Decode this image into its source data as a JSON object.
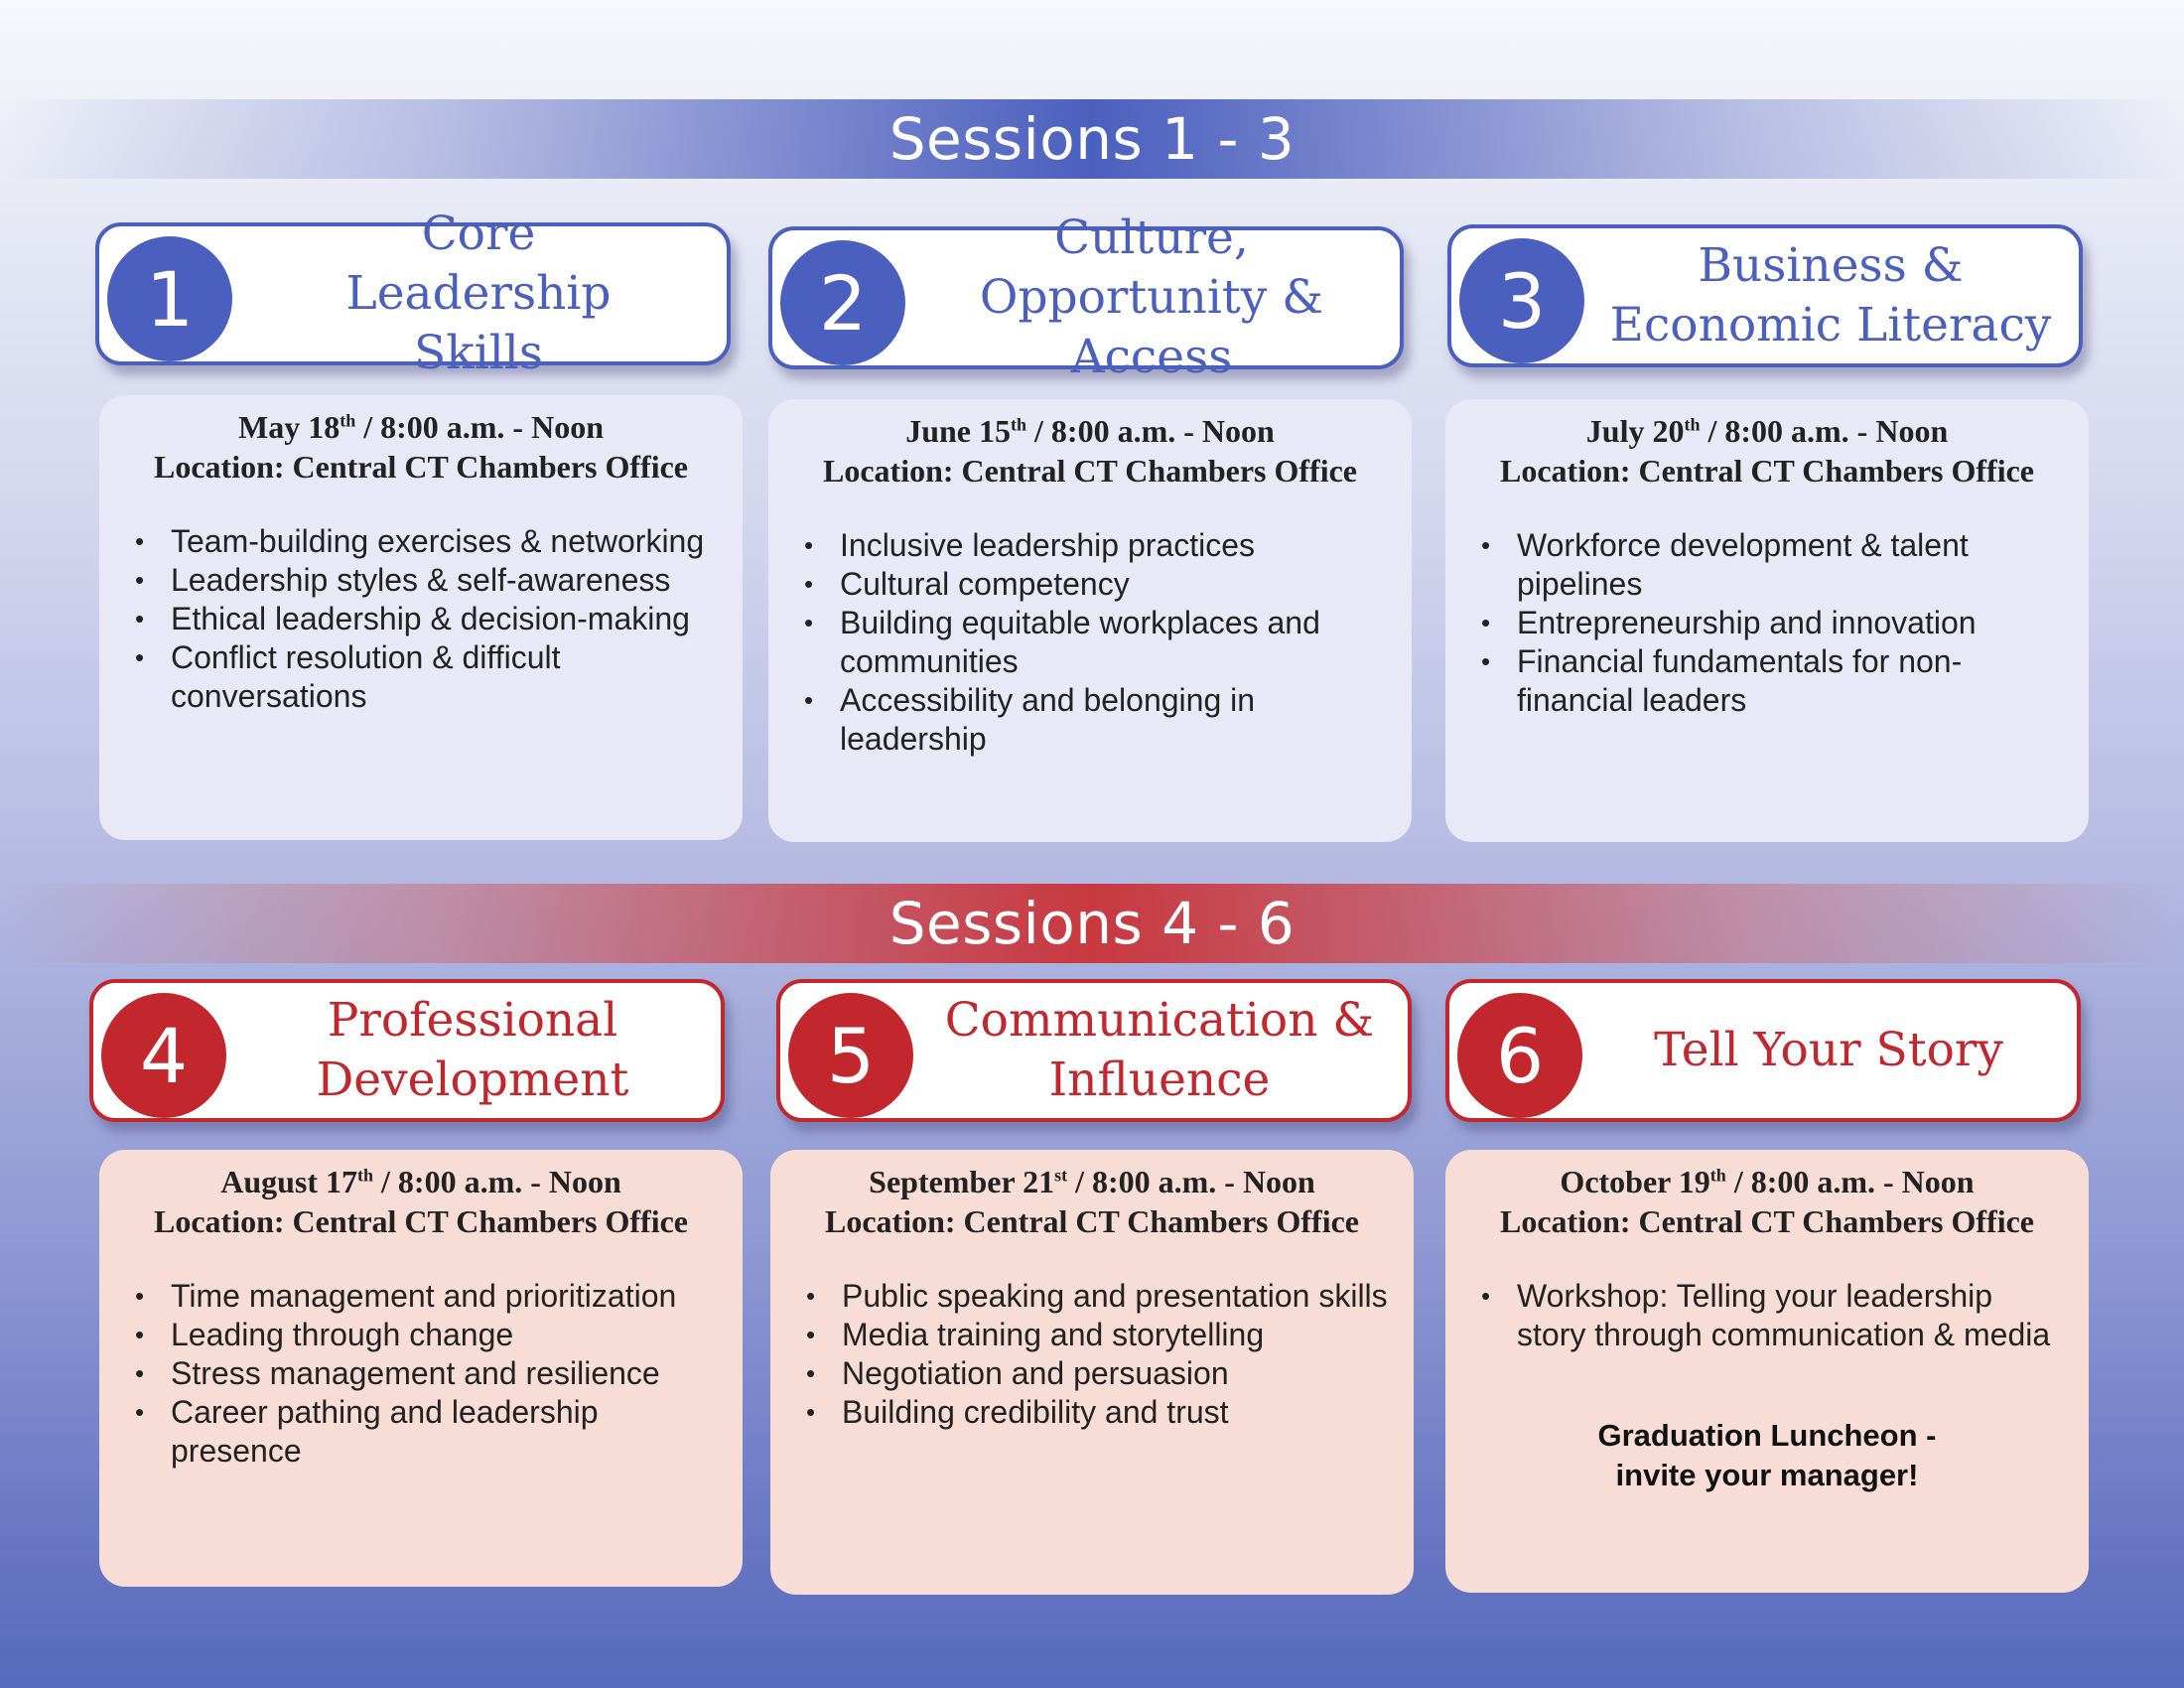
{
  "banners": {
    "top": "Sessions 1 - 3",
    "bottom": "Sessions 4 - 6"
  },
  "colors": {
    "blue": "#4b5fbe",
    "red": "#c1272d",
    "blue_panel": "#e8e8f6",
    "red_panel": "#f8ddd6"
  },
  "sessions": [
    {
      "number": "1",
      "title": "Core Leadership Skills",
      "date_main": "May 18",
      "date_sup": "th",
      "date_tail": " / 8:00 a.m. - Noon",
      "location": "Location: Central CT Chambers Office",
      "bullets": [
        "Team-building exercises & networking",
        "Leadership styles & self-awareness",
        "Ethical leadership & decision-making",
        "Conflict resolution & difficult conversations"
      ]
    },
    {
      "number": "2",
      "title": "Culture, Opportunity & Access",
      "date_main": "June 15",
      "date_sup": "th",
      "date_tail": " / 8:00 a.m. - Noon",
      "location": "Location: Central CT Chambers Office",
      "bullets": [
        "Inclusive leadership practices",
        "Cultural competency",
        "Building equitable workplaces and communities",
        "Accessibility and belonging in leadership"
      ]
    },
    {
      "number": "3",
      "title": "Business & Economic Literacy",
      "date_main": "July 20",
      "date_sup": "th",
      "date_tail": " / 8:00 a.m. - Noon",
      "location": "Location: Central CT Chambers Office",
      "bullets": [
        "Workforce development & talent pipelines",
        "Entrepreneurship and innovation",
        "Financial fundamentals for non-financial leaders"
      ]
    },
    {
      "number": "4",
      "title": "Professional Development",
      "date_main": "August 17",
      "date_sup": "th",
      "date_tail": " / 8:00 a.m. - Noon",
      "location": "Location: Central CT Chambers Office",
      "bullets": [
        "Time management and prioritization",
        "Leading through change",
        "Stress management and resilience",
        "Career pathing and leadership presence"
      ]
    },
    {
      "number": "5",
      "title": "Communication & Influence",
      "date_main": "September 21",
      "date_sup": "st",
      "date_tail": " / 8:00 a.m. - Noon",
      "location": "Location: Central CT Chambers Office",
      "bullets": [
        "Public speaking and presentation skills",
        "Media training and storytelling",
        "Negotiation and persuasion",
        "Building credibility and trust"
      ]
    },
    {
      "number": "6",
      "title": "Tell Your Story",
      "date_main": "October 19",
      "date_sup": "th",
      "date_tail": " / 8:00 a.m. - Noon",
      "location": "Location: Central CT Chambers Office",
      "bullets": [
        "Workshop: Telling your leadership story through communication & media"
      ],
      "note_line1": "Graduation Luncheon -",
      "note_line2": "invite your manager!"
    }
  ]
}
